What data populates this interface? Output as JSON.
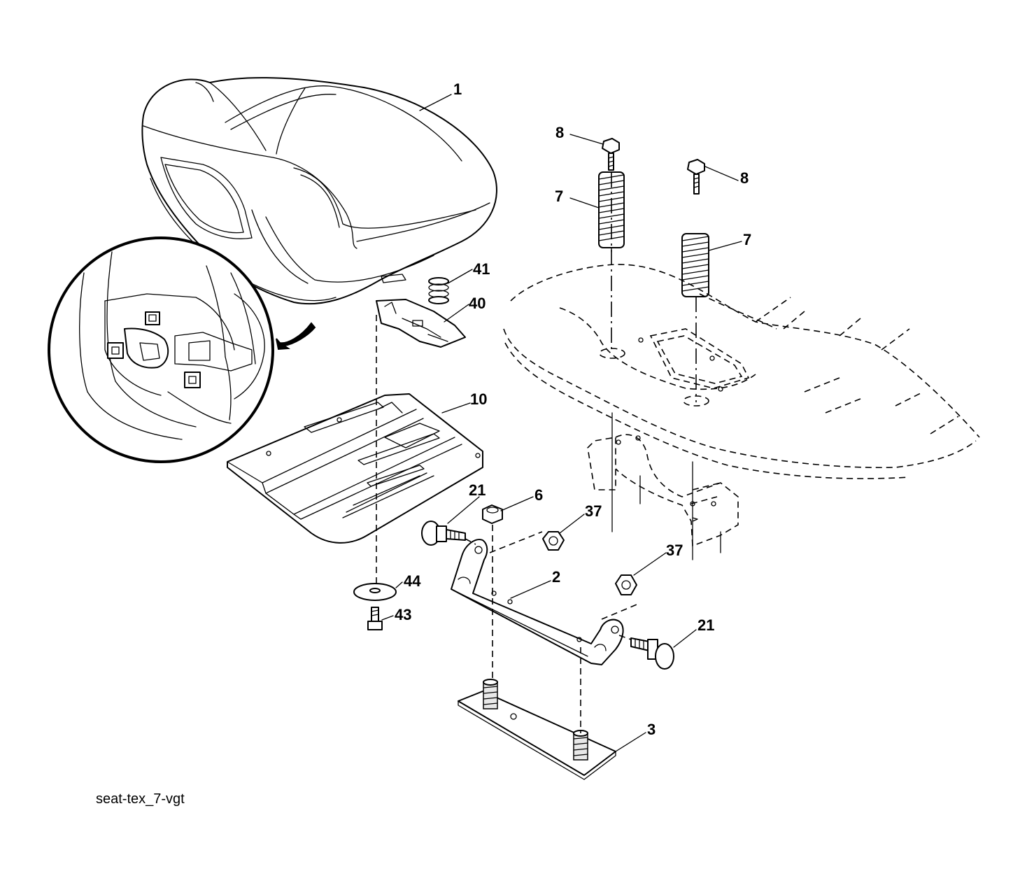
{
  "diagram": {
    "caption": "seat-tex_7-vgt",
    "callouts": {
      "seat": "1",
      "seat_bracket": "2",
      "seat_plate": "3",
      "nut_6": "6",
      "spring_left": "7",
      "spring_right": "7",
      "bolt_left": "8",
      "bolt_right": "8",
      "seat_pan": "10",
      "bolt_21_left": "21",
      "bolt_21_right": "21",
      "nut_37_top": "37",
      "nut_37_bottom": "37",
      "switch_bracket": "40",
      "spring_41": "41",
      "screw_43": "43",
      "washer_44": "44"
    }
  }
}
